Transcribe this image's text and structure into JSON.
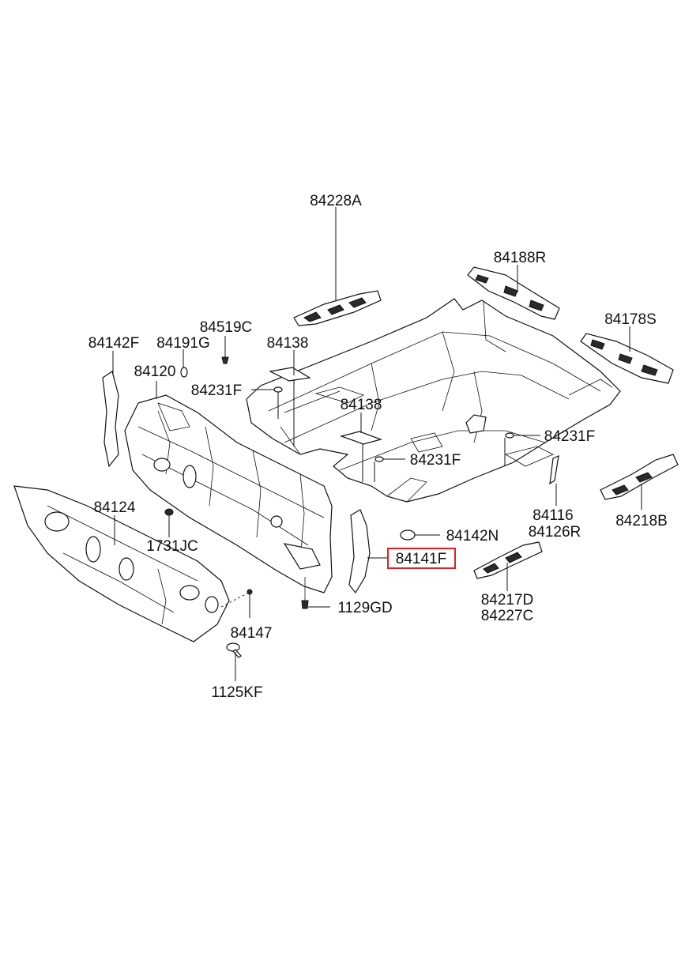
{
  "diagram": {
    "highlight_color": "#e02020",
    "labels": {
      "l_84228A": "84228A",
      "l_84188R": "84188R",
      "l_84178S": "84178S",
      "l_84519C": "84519C",
      "l_84142F": "84142F",
      "l_84191G": "84191G",
      "l_84138_top": "84138",
      "l_84120": "84120",
      "l_84231F_left": "84231F",
      "l_84138_mid": "84138",
      "l_84231F_right": "84231F",
      "l_84231F_center": "84231F",
      "l_84124": "84124",
      "l_84116": "84116",
      "l_84126R": "84126R",
      "l_84218B": "84218B",
      "l_84142N": "84142N",
      "l_1731JC": "1731JC",
      "l_84141F": "84141F",
      "l_84217D": "84217D",
      "l_84227C": "84227C",
      "l_1129GD": "1129GD",
      "l_84147": "84147",
      "l_1125KF": "1125KF"
    }
  }
}
